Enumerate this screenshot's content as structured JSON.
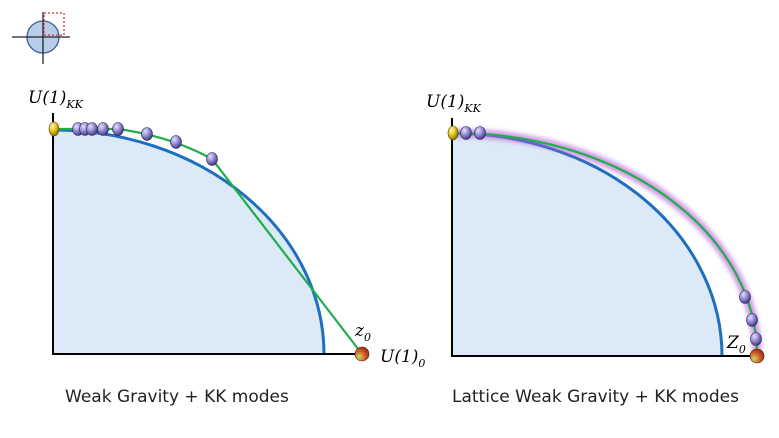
{
  "labels": {
    "left_y_axis": "U(1)",
    "left_y_axis_sub": "KK",
    "left_x_axis": "U(1)",
    "left_x_axis_sub": "0",
    "left_point": "z",
    "left_point_sub": "0",
    "right_y_axis": "U(1)",
    "right_y_axis_sub": "KK",
    "right_point": "Z",
    "right_point_sub": "0"
  },
  "captions": {
    "left": "Weak Gravity + KK modes",
    "right": "Lattice Weak Gravity + KK modes"
  },
  "icons": {
    "corner": "crosshair-globe-icon"
  },
  "colors": {
    "region_fill": "#dce9f6",
    "boundary_curve": "#1f6fc0",
    "green_path": "#1fae4b",
    "purple_glow": "#b15ad1",
    "axes": "#000000",
    "kk_mode_ball": "#7f76c2",
    "origin_ball_yellow": "#e8cb1c",
    "z0_ball_red": "#d9542b",
    "z0_ball_green": "#79ae2e"
  }
}
